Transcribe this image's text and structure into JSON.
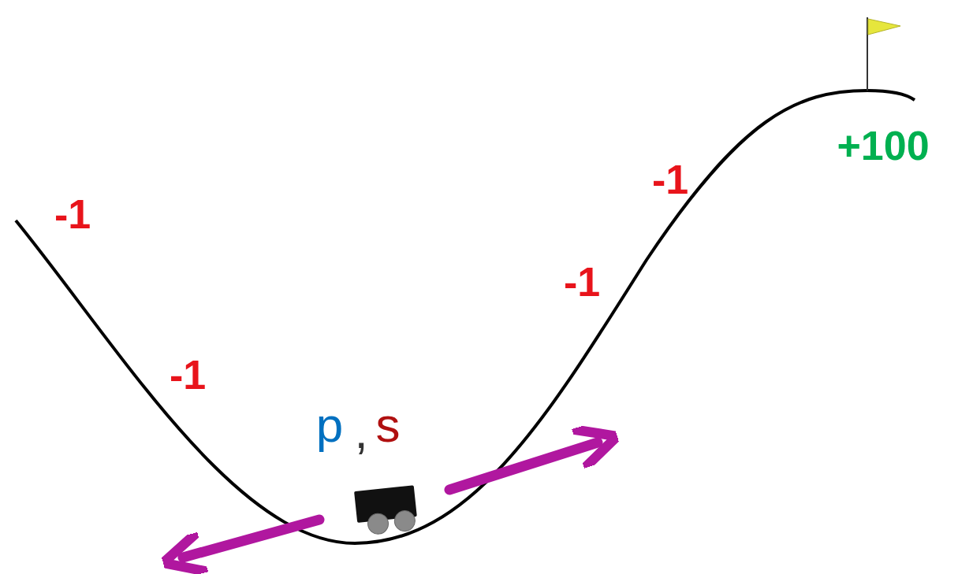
{
  "diagram": {
    "labels": [
      "-1",
      "-1",
      "+100",
      "-1",
      "-1",
      "p",
      ",",
      "s"
    ]
  }
}
